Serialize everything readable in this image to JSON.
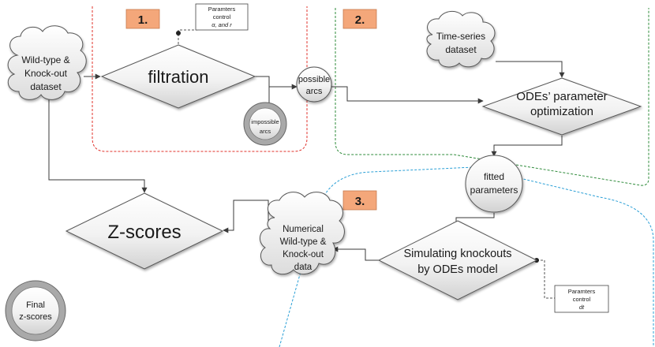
{
  "phases": {
    "one": "1.",
    "two": "2.",
    "three": "3."
  },
  "nodes": {
    "wild_type_dataset": [
      "Wild-type &",
      "Knock-out",
      "dataset"
    ],
    "filtration": "filtration",
    "possible_arcs": [
      "possible",
      "arcs"
    ],
    "impossible_arcs": [
      "impossible",
      "arcs"
    ],
    "time_series_dataset": [
      "Time-series",
      "dataset"
    ],
    "ode_parameter_optimization": [
      "ODEs’ parameter",
      "optimization"
    ],
    "fitted_parameters": [
      "fitted",
      "parameters"
    ],
    "z_scores": "Z-scores",
    "numerical_data": [
      "Numerical",
      "Wild-type &",
      "Knock-out",
      "data"
    ],
    "simulating_knockouts": [
      "Simulating knockouts",
      "by ODEs model"
    ],
    "final_z_scores": [
      "Final",
      "z-scores"
    ]
  },
  "notes": {
    "param_control_filtration": [
      "Paramters",
      "control",
      "α, and r"
    ],
    "param_control_simulation": [
      "Paramters",
      "control",
      "dt"
    ]
  },
  "colors": {
    "phase1_border": "#e0302a",
    "phase2_border": "#2e8b3a",
    "phase3_border": "#2a9fd6",
    "phase_badge": "#f4a77a",
    "node_fill_light": "#ffffff",
    "node_fill_dark": "#d8d8d8",
    "line": "#3a3a3a"
  }
}
